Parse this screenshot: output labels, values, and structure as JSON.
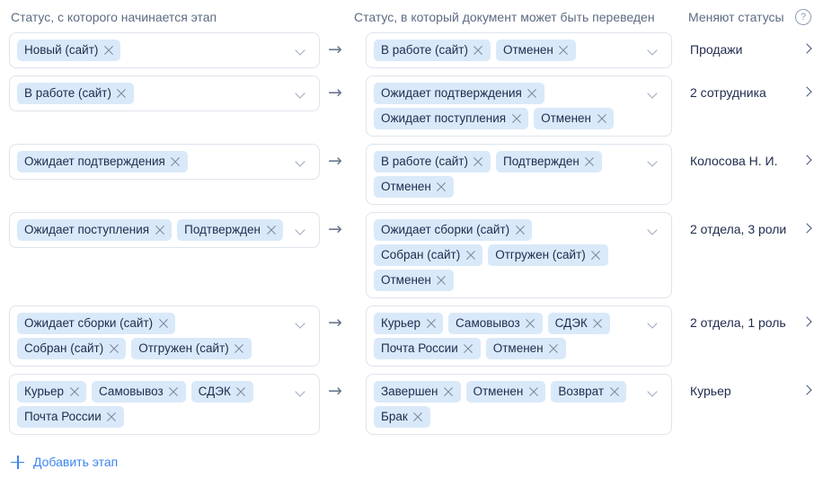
{
  "header": {
    "start_column": "Статус, с которого начинается этап",
    "target_column": "Статус, в который документ может быть переведен",
    "who_column": "Меняют статусы",
    "help_icon": "?"
  },
  "icons": {
    "arrow": "→",
    "remove": "×",
    "caret_down": "chevron-down",
    "chevron_right": "chevron-right",
    "plus": "+"
  },
  "rows": [
    {
      "start": [
        "Новый (сайт)"
      ],
      "target": [
        "В работе (сайт)",
        "Отменен"
      ],
      "who": "Продажи"
    },
    {
      "start": [
        "В работе (сайт)"
      ],
      "target": [
        "Ожидает подтверждения",
        "Ожидает поступления",
        "Отменен"
      ],
      "who": "2 сотрудника"
    },
    {
      "start": [
        "Ожидает подтверждения"
      ],
      "target": [
        "В работе (сайт)",
        "Подтвержден",
        "Отменен"
      ],
      "who": "Колосова Н. И."
    },
    {
      "start": [
        "Ожидает поступления",
        "Подтвержден"
      ],
      "target": [
        "Ожидает сборки (сайт)",
        "Собран (сайт)",
        "Отгружен (сайт)",
        "Отменен"
      ],
      "who": "2 отдела, 3 роли"
    },
    {
      "start": [
        "Ожидает сборки (сайт)",
        "Собран (сайт)",
        "Отгружен (сайт)"
      ],
      "target": [
        "Курьер",
        "Самовывоз",
        "СДЭК",
        "Почта России",
        "Отменен"
      ],
      "who": "2 отдела, 1 роль"
    },
    {
      "start": [
        "Курьер",
        "Самовывоз",
        "СДЭК",
        "Почта России"
      ],
      "target": [
        "Завершен",
        "Отменен",
        "Возврат",
        "Брак"
      ],
      "who": "Курьер"
    }
  ],
  "footer": {
    "add_stage": "Добавить этап"
  },
  "colors": {
    "chip_bg": "#d9e9f9",
    "chip_text": "#1f2b4d",
    "link": "#3b86f0",
    "border": "#dfe3ec",
    "header_text": "#5d6b82"
  }
}
